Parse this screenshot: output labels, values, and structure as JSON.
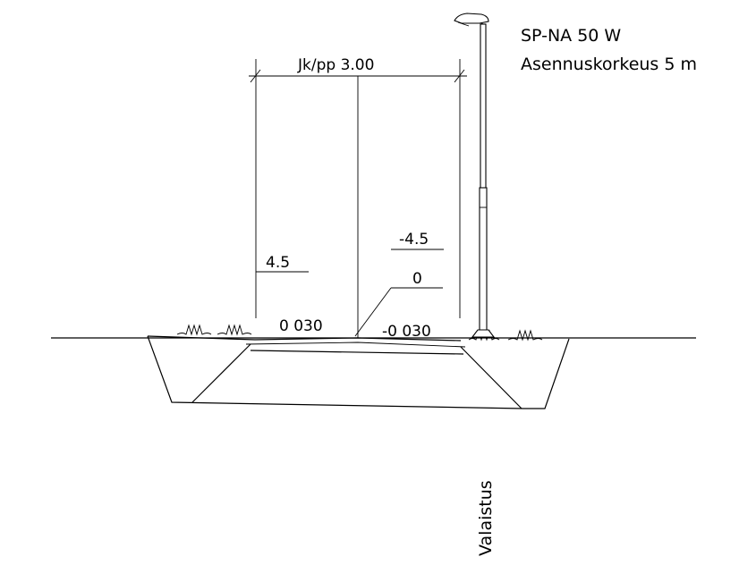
{
  "lamp": {
    "line1": "SP-NA 50 W",
    "line2": "Asennuskorkeus 5 m"
  },
  "dimension": {
    "width_label": "Jk/pp 3.00"
  },
  "levels": {
    "left_slope": "4.5",
    "right_slope": "-4.5",
    "center": "0"
  },
  "cross_fall": {
    "left": "0 030",
    "right": "-0 030"
  },
  "vertical_label": "Valaistus"
}
